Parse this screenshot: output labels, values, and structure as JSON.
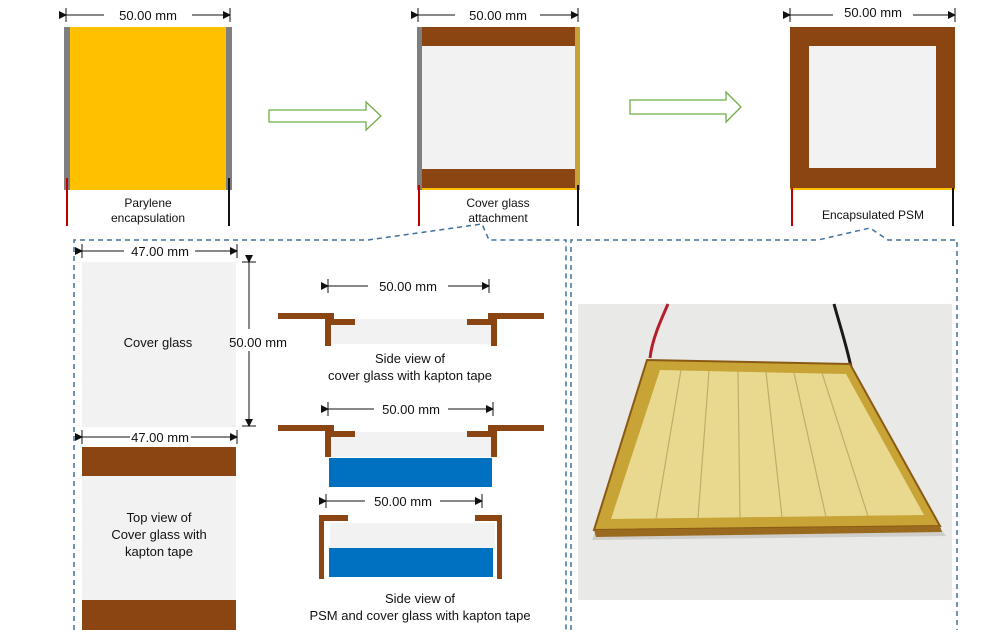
{
  "top_row": {
    "step1": {
      "dimension": "50.00 mm",
      "caption_line1": "Parylene",
      "caption_line2": "encapsulation"
    },
    "step2": {
      "dimension": "50.00 mm",
      "caption_line1": "Cover glass",
      "caption_line2": "attachment"
    },
    "step3": {
      "dimension": "50.00 mm",
      "caption": "Encapsulated PSM"
    }
  },
  "detail_panel": {
    "cover_glass": {
      "width": "47.00 mm",
      "height": "50.00 mm",
      "label": "Cover glass"
    },
    "top_view": {
      "width": "47.00 mm",
      "line1": "Top view of",
      "line2": "Cover glass with",
      "line3": "kapton tape"
    },
    "side_view1": {
      "dimension": "50.00 mm",
      "line1": "Side view of",
      "line2": "cover glass with kapton tape"
    },
    "side_view2": {
      "dimension": "50.00 mm"
    },
    "side_view3": {
      "dimension": "50.00 mm",
      "line1": "Side view of",
      "line2": "PSM and cover glass with kapton tape"
    }
  },
  "colors": {
    "parylene": "#ffc000",
    "kapton": "#8b4513",
    "glass": "#f2f2f2",
    "psm": "#0070c0",
    "dashed_border": "#41719c",
    "arrow": "#70ad47"
  }
}
